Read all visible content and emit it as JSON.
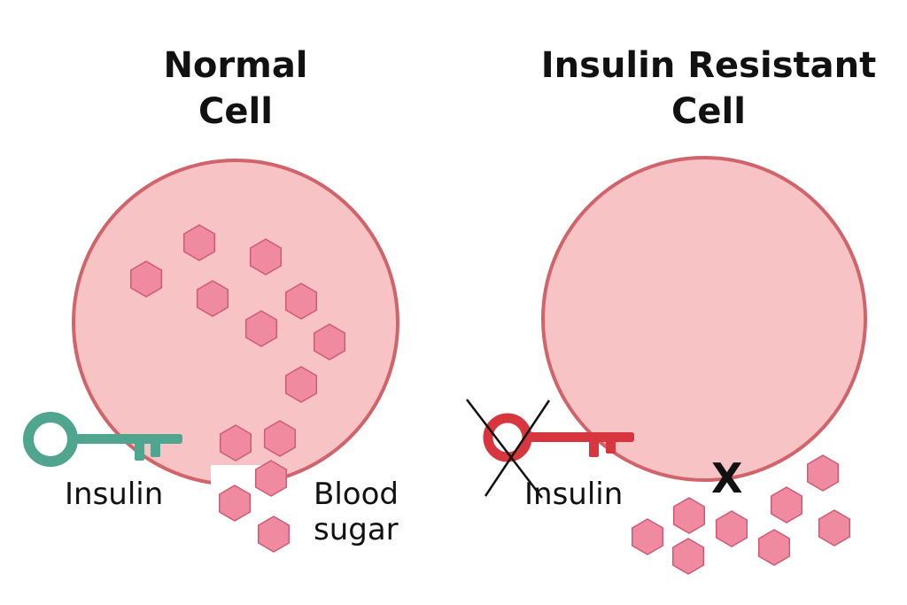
{
  "normal": {
    "title_line1": "Normal",
    "title_line2": "Cell",
    "key_label": "Insulin",
    "sugar_label_line1": "Blood",
    "sugar_label_line2": "sugar"
  },
  "resistant": {
    "title_line1": "Insulin Resistant",
    "title_line2": "Cell",
    "key_label": "Insulin",
    "blocked_mark": "X"
  },
  "colors": {
    "cell_fill": "#f8c3c4",
    "cell_stroke": "#d0646a",
    "sugar_fill": "#ef8aa0",
    "sugar_stroke": "#cf5a74",
    "key_normal": "#4fa58e",
    "key_resistant": "#d8363f",
    "text": "#111111"
  },
  "icons": {
    "normal_key": "key-icon",
    "resistant_key": "key-icon",
    "sugar": "hexagon-icon",
    "cross": "cross-out-icon"
  }
}
